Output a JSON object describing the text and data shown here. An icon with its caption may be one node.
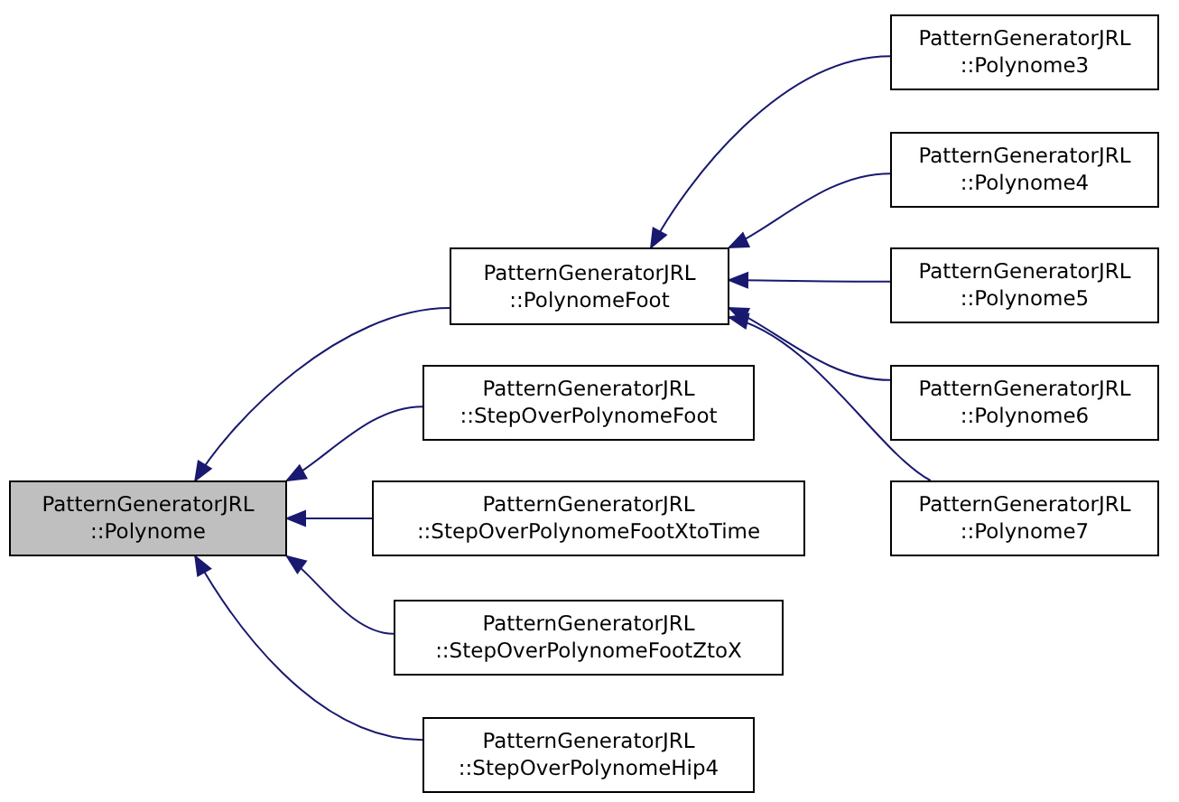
{
  "diagram": {
    "nodes": [
      {
        "text": [
          "PatternGeneratorJRL ::Polynome"
        ]
      },
      {
        "text": [
          "PatternGeneratorJRL ::PolynomeFoot"
        ]
      },
      {
        "text": [
          "PatternGeneratorJRL ::StepOverPolynomeFoot"
        ]
      },
      {
        "text": [
          "PatternGeneratorJRL ::StepOverPolynomeFootXtoTime"
        ]
      },
      {
        "text": [
          "PatternGeneratorJRL ::StepOverPolynomeFootZtoX"
        ]
      },
      {
        "text": [
          "PatternGeneratorJRL ::StepOverPolynomeHip4"
        ]
      },
      {
        "text": [
          "PatternGeneratorJRL ::Polynome3"
        ]
      },
      {
        "text": [
          "PatternGeneratorJRL ::Polynome4"
        ]
      },
      {
        "text": [
          "PatternGeneratorJRL ::Polynome5"
        ]
      },
      {
        "text": [
          "PatternGeneratorJRL ::Polynome6"
        ]
      },
      {
        "text": [
          "PatternGeneratorJRL ::Polynome7"
        ]
      }
    ],
    "edges": [
      {
        "from": 1,
        "to": 0,
        "arrow": "to"
      },
      {
        "from": 2,
        "to": 0,
        "arrow": "to"
      },
      {
        "from": 3,
        "to": 0,
        "arrow": "to"
      },
      {
        "from": 4,
        "to": 0,
        "arrow": "to"
      },
      {
        "from": 5,
        "to": 0,
        "arrow": "to"
      },
      {
        "from": 6,
        "to": 1,
        "arrow": "to"
      },
      {
        "from": 7,
        "to": 1,
        "arrow": "to"
      },
      {
        "from": 8,
        "to": 1,
        "arrow": "to"
      },
      {
        "from": 9,
        "to": 1,
        "arrow": "to"
      },
      {
        "from": 10,
        "to": 1,
        "arrow": "to"
      }
    ]
  }
}
